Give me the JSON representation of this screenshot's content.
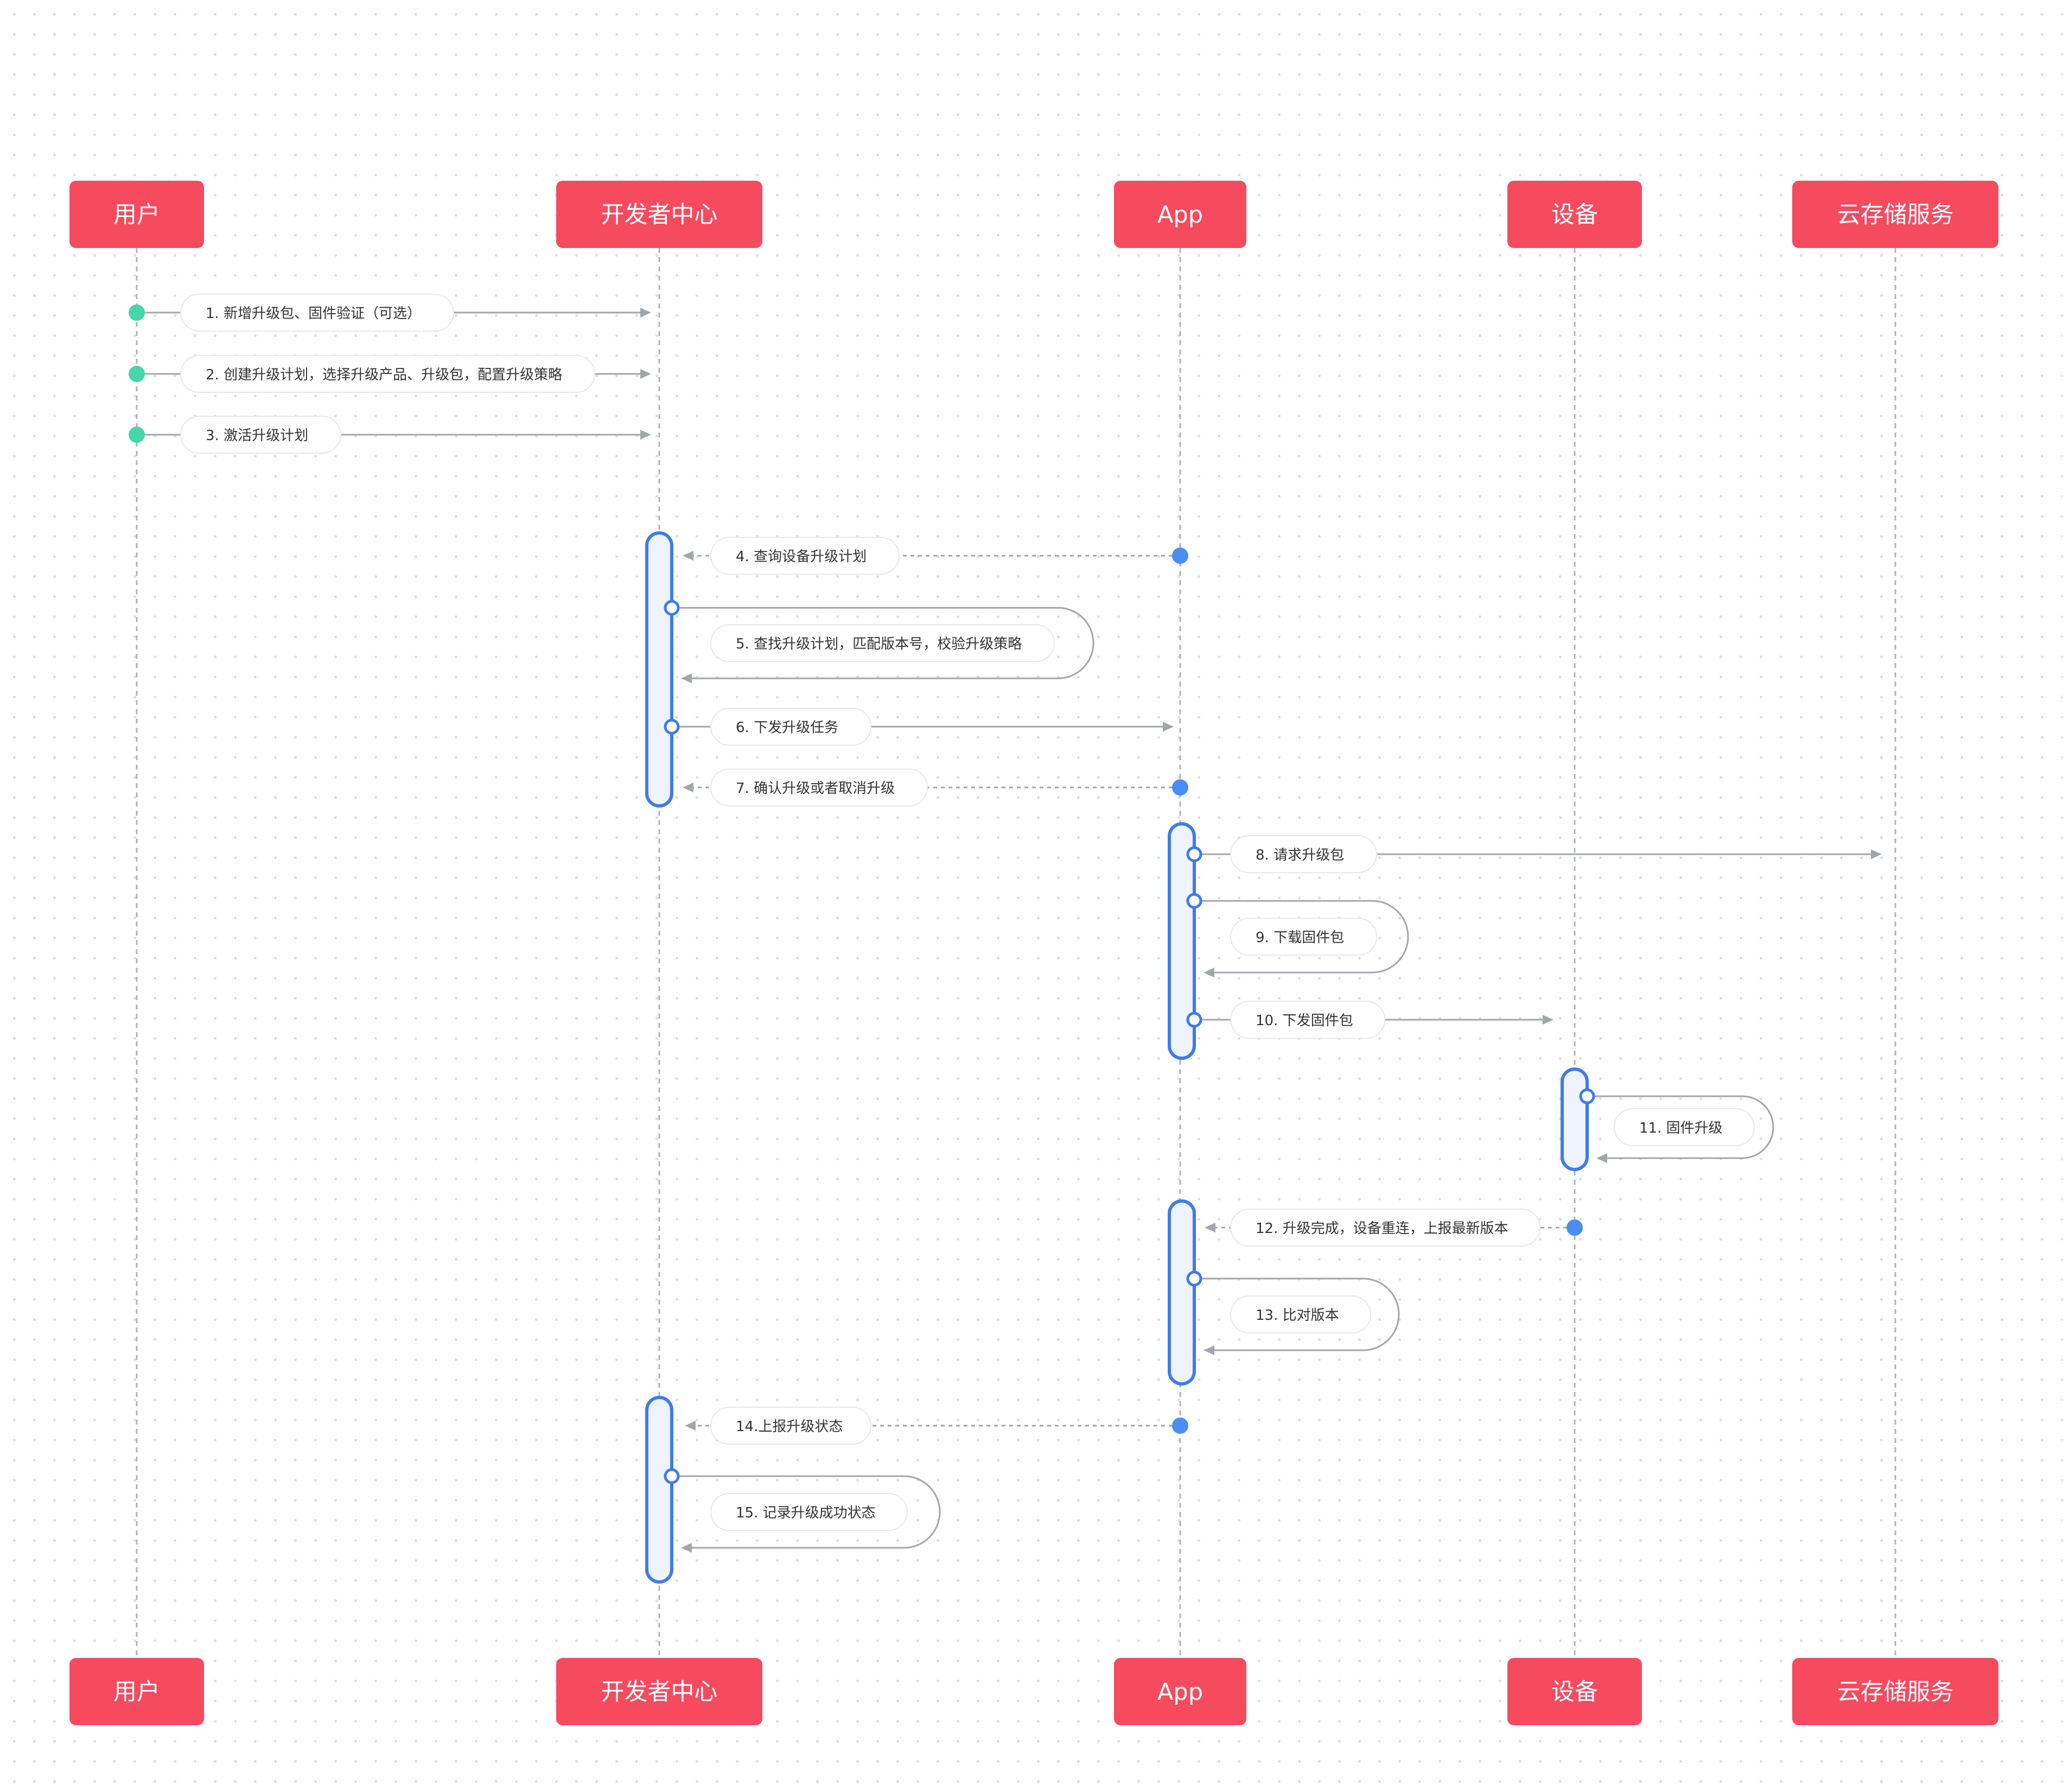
{
  "participants": [
    {
      "id": "user",
      "label": "用户"
    },
    {
      "id": "devcenter",
      "label": "开发者中心"
    },
    {
      "id": "app",
      "label": "App"
    },
    {
      "id": "device",
      "label": "设备"
    },
    {
      "id": "cloud",
      "label": "云存储服务"
    }
  ],
  "messages": [
    {
      "n": 1,
      "text": "1. 新增升级包、固件验证（可选）",
      "from": "user",
      "to": "devcenter",
      "style": "solid"
    },
    {
      "n": 2,
      "text": "2. 创建升级计划，选择升级产品、升级包，配置升级策略",
      "from": "user",
      "to": "devcenter",
      "style": "solid"
    },
    {
      "n": 3,
      "text": "3. 激活升级计划",
      "from": "user",
      "to": "devcenter",
      "style": "solid"
    },
    {
      "n": 4,
      "text": "4. 查询设备升级计划",
      "from": "app",
      "to": "devcenter",
      "style": "dashed"
    },
    {
      "n": 5,
      "text": "5. 查找升级计划，匹配版本号，校验升级策略",
      "from": "devcenter",
      "to": "devcenter",
      "style": "self"
    },
    {
      "n": 6,
      "text": "6. 下发升级任务",
      "from": "devcenter",
      "to": "app",
      "style": "solid"
    },
    {
      "n": 7,
      "text": "7. 确认升级或者取消升级",
      "from": "app",
      "to": "devcenter",
      "style": "dashed"
    },
    {
      "n": 8,
      "text": "8. 请求升级包",
      "from": "app",
      "to": "cloud",
      "style": "solid"
    },
    {
      "n": 9,
      "text": "9. 下载固件包",
      "from": "app",
      "to": "app",
      "style": "self"
    },
    {
      "n": 10,
      "text": "10. 下发固件包",
      "from": "app",
      "to": "device",
      "style": "solid"
    },
    {
      "n": 11,
      "text": "11. 固件升级",
      "from": "device",
      "to": "device",
      "style": "self"
    },
    {
      "n": 12,
      "text": "12. 升级完成，设备重连，上报最新版本",
      "from": "device",
      "to": "app",
      "style": "dashed"
    },
    {
      "n": 13,
      "text": "13. 比对版本",
      "from": "app",
      "to": "app",
      "style": "self"
    },
    {
      "n": 14,
      "text": "14.上报升级状态",
      "from": "app",
      "to": "devcenter",
      "style": "dashed"
    },
    {
      "n": 15,
      "text": "15. 记录升级成功状态",
      "from": "devcenter",
      "to": "devcenter",
      "style": "self"
    }
  ],
  "colors": {
    "actor": "#f64a5f",
    "activation_stroke": "#3f7bea",
    "activation_fill": "#eef3fd",
    "start_dot_user": "#44d8a8",
    "start_dot_app": "#4b8df2",
    "line": "#a2a6ab"
  }
}
